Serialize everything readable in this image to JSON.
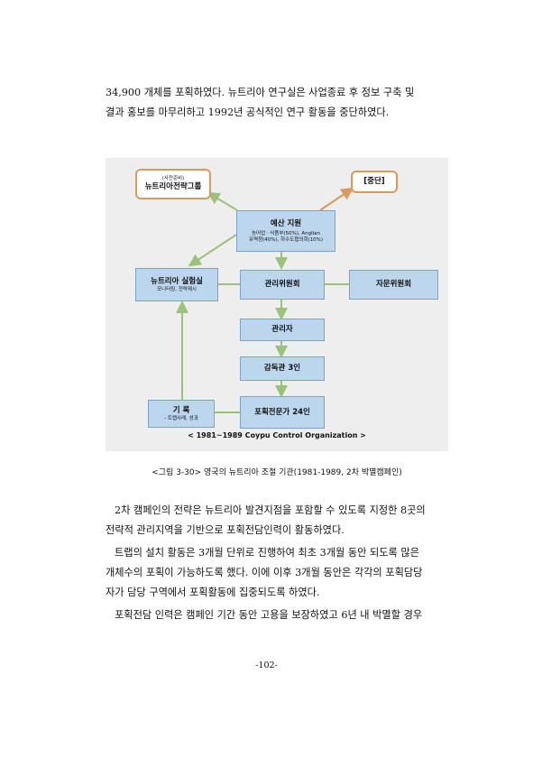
{
  "paragraphs": {
    "p1_line1": "34,900 개체를 포획하였다. 뉴트리아 연구실은 사업종료 후 정보 구축 및",
    "p1_line2": "결과 홍보를 마무리하고 1992년 공식적인 연구 활동을 중단하였다.",
    "p2_line1": "2차 캠페인의 전략은 뉴트리아 발견지점을 포함할 수 있도록 지정한 8곳의",
    "p2_line2": "전략적 관리지역을 기반으로 포획전담인력이 활동하였다.",
    "p3_line1": "트랩의 설치 활동은 3개월 단위로 진행하여 최초 3개월 동안 되도록 많은",
    "p3_line2": "개체수의 포획이 가능하도록 했다. 이에 이후 3개월 동안은 각각의 포획담당",
    "p3_line3": "자가 담당 구역에서 포획활동에 집중되도록 하였다.",
    "p4_line1": "포획전담 인력은 캠페인 기간 동안 고용을 보장하였고 6년 내 박멸할 경우"
  },
  "diagram": {
    "prep_group": {
      "small": "(사전준비)",
      "title": "뉴트리아전략그룹"
    },
    "halt": {
      "title": "[중단]"
    },
    "budget": {
      "title": "예산 지원",
      "line1": "농어업ㆍ식품부(50%), Anglian",
      "line2": "유역청(40%), 하수도협의회(10%)"
    },
    "lab": {
      "title": "뉴트리아 실험실",
      "sub": "모니터링, 전략제시"
    },
    "committee": {
      "title": "관리위원회"
    },
    "advisory": {
      "title": "자문위원회"
    },
    "manager": {
      "title": "관리자"
    },
    "supervisors": {
      "title": "감독관 3인"
    },
    "records": {
      "title": "기 록",
      "sub": "- 트랩사례, 성과"
    },
    "trappers": {
      "title": "포획전문가 24인"
    },
    "inner_caption": "< 1981~1989 Coypu Control Organization >"
  },
  "figure_caption": "<그림 3-30> 영국의 뉴트리아 조절 기관(1981-1989, 2차 박멸캠페인)",
  "page_number": "-102-"
}
